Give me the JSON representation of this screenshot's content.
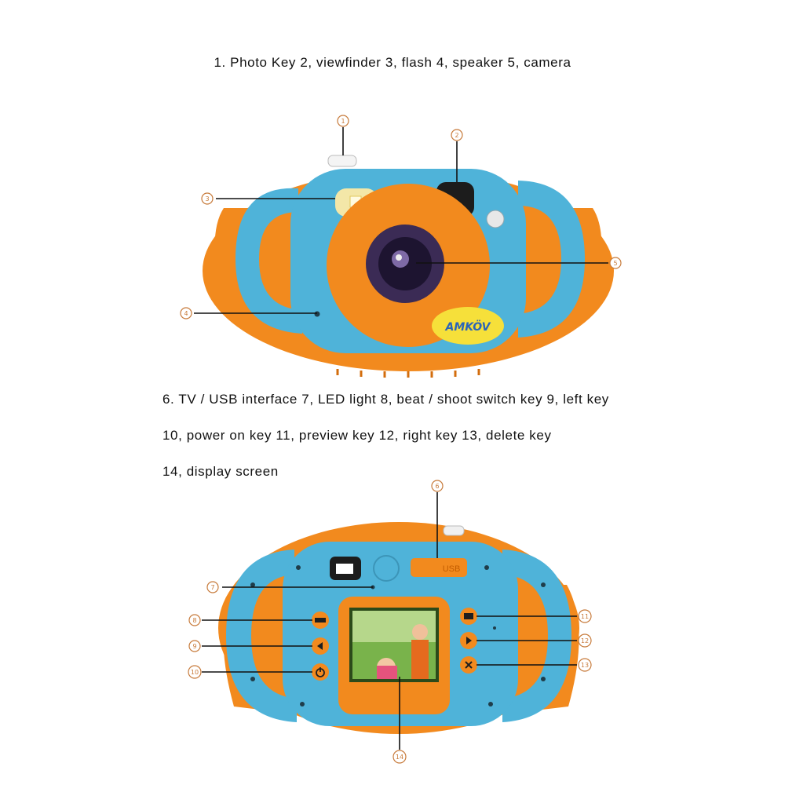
{
  "captions": {
    "front": "1. Photo Key 2, viewfinder 3, flash 4, speaker 5, camera",
    "back_line1": "6. TV / USB interface 7, LED light 8, beat / shoot switch key 9, left key",
    "back_line2": "10, power on key 11, preview key 12, right key 13, delete key",
    "back_line3": "14, display screen"
  },
  "brand": "AMKÖV",
  "usb_label": "USB",
  "callouts": {
    "front": [
      "1",
      "2",
      "3",
      "4",
      "5"
    ],
    "back": [
      "6",
      "7",
      "8",
      "9",
      "10",
      "11",
      "12",
      "13",
      "14"
    ]
  },
  "colors": {
    "body_blue": "#4fb3d9",
    "accent_orange": "#f28a1e",
    "callout_orange": "#c77a3a",
    "logo_yellow": "#f6e03a"
  }
}
